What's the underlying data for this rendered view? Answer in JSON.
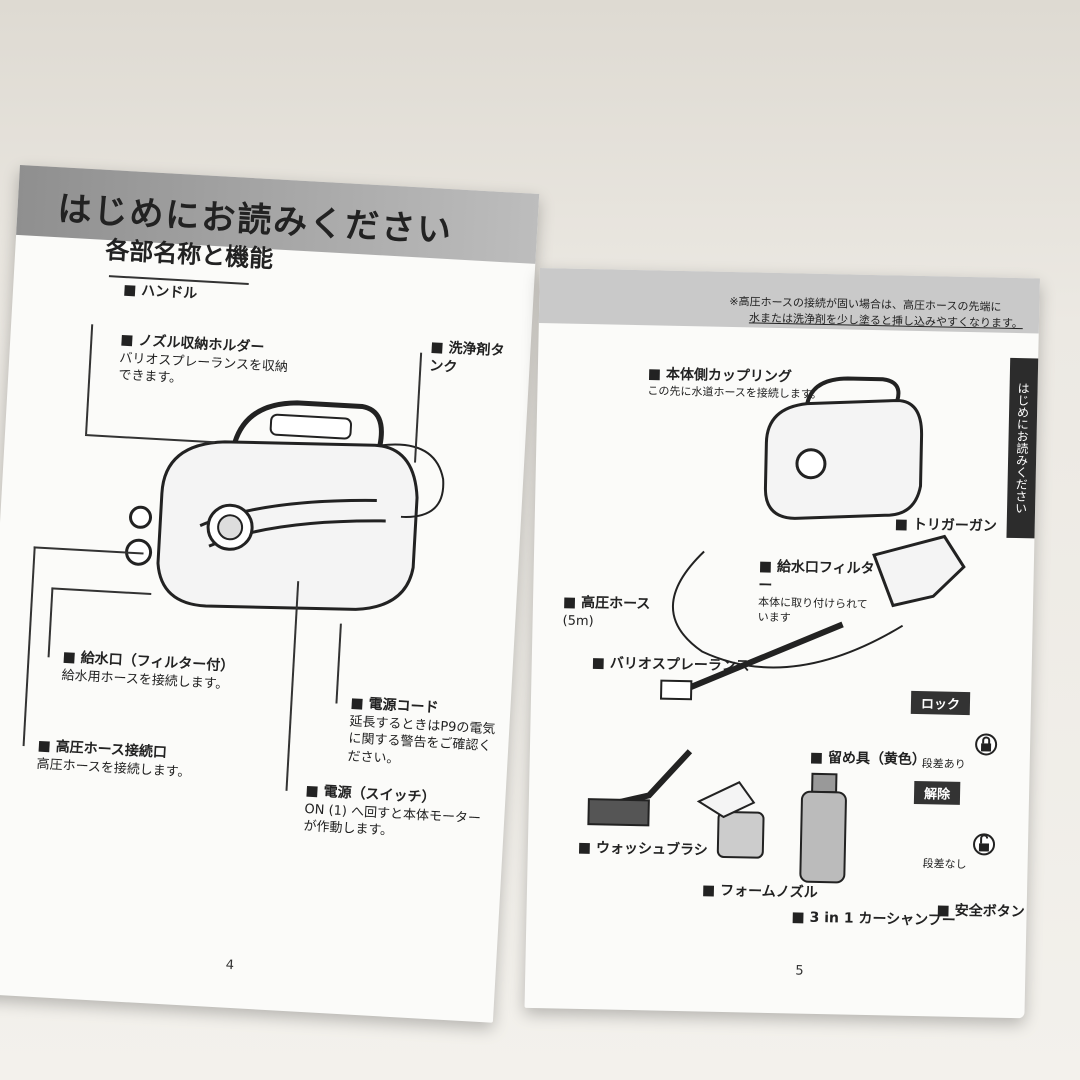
{
  "left_page": {
    "title": "はじめにお読みください",
    "subtitle": "各部名称と機能",
    "page_number": "4",
    "callouts": {
      "handle": {
        "heading": "ハンドル",
        "desc": ""
      },
      "nozzle_holder": {
        "heading": "ノズル収納ホルダー",
        "desc": "バリオスプレーランスを収納できます。"
      },
      "detergent_tank": {
        "heading": "洗浄剤タンク",
        "desc": ""
      },
      "water_inlet": {
        "heading": "給水口（フィルター付）",
        "desc": "給水用ホースを接続します。"
      },
      "power_cord": {
        "heading": "電源コード",
        "desc": "延長するときはP9の電気に関する警告をご確認ください。"
      },
      "hp_hose_port": {
        "heading": "高圧ホース接続口",
        "desc": "高圧ホースを接続します。"
      },
      "power_switch": {
        "heading": "電源（スイッチ）",
        "desc": "ON (1) へ回すと本体モーターが作動します。"
      }
    }
  },
  "right_page": {
    "page_number": "5",
    "top_note_1": "※高圧ホースの接続が固い場合は、高圧ホースの先端に",
    "top_note_2": "水または洗浄剤を少し塗ると挿し込みやすくなります。",
    "side_tab": "はじめにお読みください",
    "callouts": {
      "coupling": {
        "heading": "本体側カップリング",
        "desc": "この先に水道ホースを接続します。"
      },
      "trigger_gun": {
        "heading": "トリガーガン",
        "desc": ""
      },
      "inlet_filter": {
        "heading": "給水口フィルター",
        "desc": "本体に取り付けられています"
      },
      "hp_hose": {
        "heading": "高圧ホース",
        "desc": "(5m)"
      },
      "vario_lance": {
        "heading": "バリオスプレーランス",
        "desc": ""
      },
      "clip": {
        "heading": "留め具（黄色）",
        "desc": ""
      },
      "wash_brush": {
        "heading": "ウォッシュブラシ",
        "desc": ""
      },
      "foam_nozzle": {
        "heading": "フォームノズル",
        "desc": ""
      },
      "shampoo": {
        "heading": "3 in 1 カーシャンプー",
        "desc": ""
      },
      "safety_button": {
        "heading": "安全ボタン",
        "desc": ""
      }
    },
    "lock_label": "ロック",
    "unlock_label": "解除",
    "step_on": "段差あり",
    "step_off": "段差なし"
  }
}
